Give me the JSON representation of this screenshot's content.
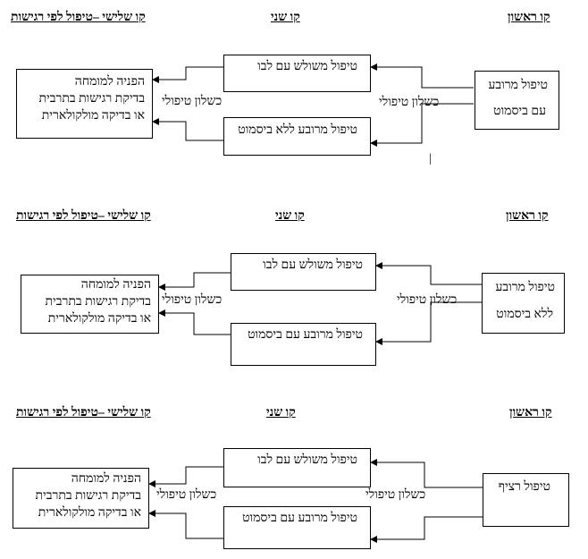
{
  "diagrams": [
    {
      "headers": {
        "first": "קו ראשון",
        "second": "קו שני",
        "third": "קו שלישי –טיפול לפי רגישות"
      },
      "start": {
        "line1": "טיפול מרובע",
        "line2": "עם ביסמוט"
      },
      "top": "טיפול משולש עם לבו",
      "bottom": "טיפול מרובע ללא ביסמוט",
      "fail_right": "כשלון טיפולי",
      "fail_left": "כשלון טיפולי",
      "referral": {
        "line1": "הפניה למומחה",
        "line2": "בדיקת רגישות בתרבית",
        "line3": "או בדיקה מולקולארית"
      },
      "mark": "|"
    },
    {
      "headers": {
        "first": "קו ראשון",
        "second": "קו שני",
        "third": "קו שלישי –טיפול לפי רגישות"
      },
      "start": {
        "line1": "טיפול מרובע",
        "line2": "ללא ביסמוט"
      },
      "top": "טיפול משולש עם לבו",
      "bottom": "טיפול מרובע עם ביסמוט",
      "fail_right": "כשלון טיפולי",
      "fail_left": "כשלון טיפולי",
      "referral": {
        "line1": "הפניה למומחה",
        "line2": "בדיקת רגישות בתרבית",
        "line3": "או בדיקה מולקולארית"
      }
    },
    {
      "headers": {
        "first": "קו ראשון",
        "second": "קו שני",
        "third": "קו שלישי –טיפול לפי רגישות"
      },
      "start": {
        "line1": "טיפול רציף"
      },
      "top": "טיפול משולש עם לבו",
      "bottom": "טיפול מרובע עם ביסמוט",
      "fail_right": "כשלון טיפולי",
      "fail_left": "כשלון טיפולי",
      "referral": {
        "line1": "הפניה למומחה",
        "line2": "בדיקת רגישות בתרבית",
        "line3": "או בדיקה מולקולארית"
      }
    }
  ]
}
